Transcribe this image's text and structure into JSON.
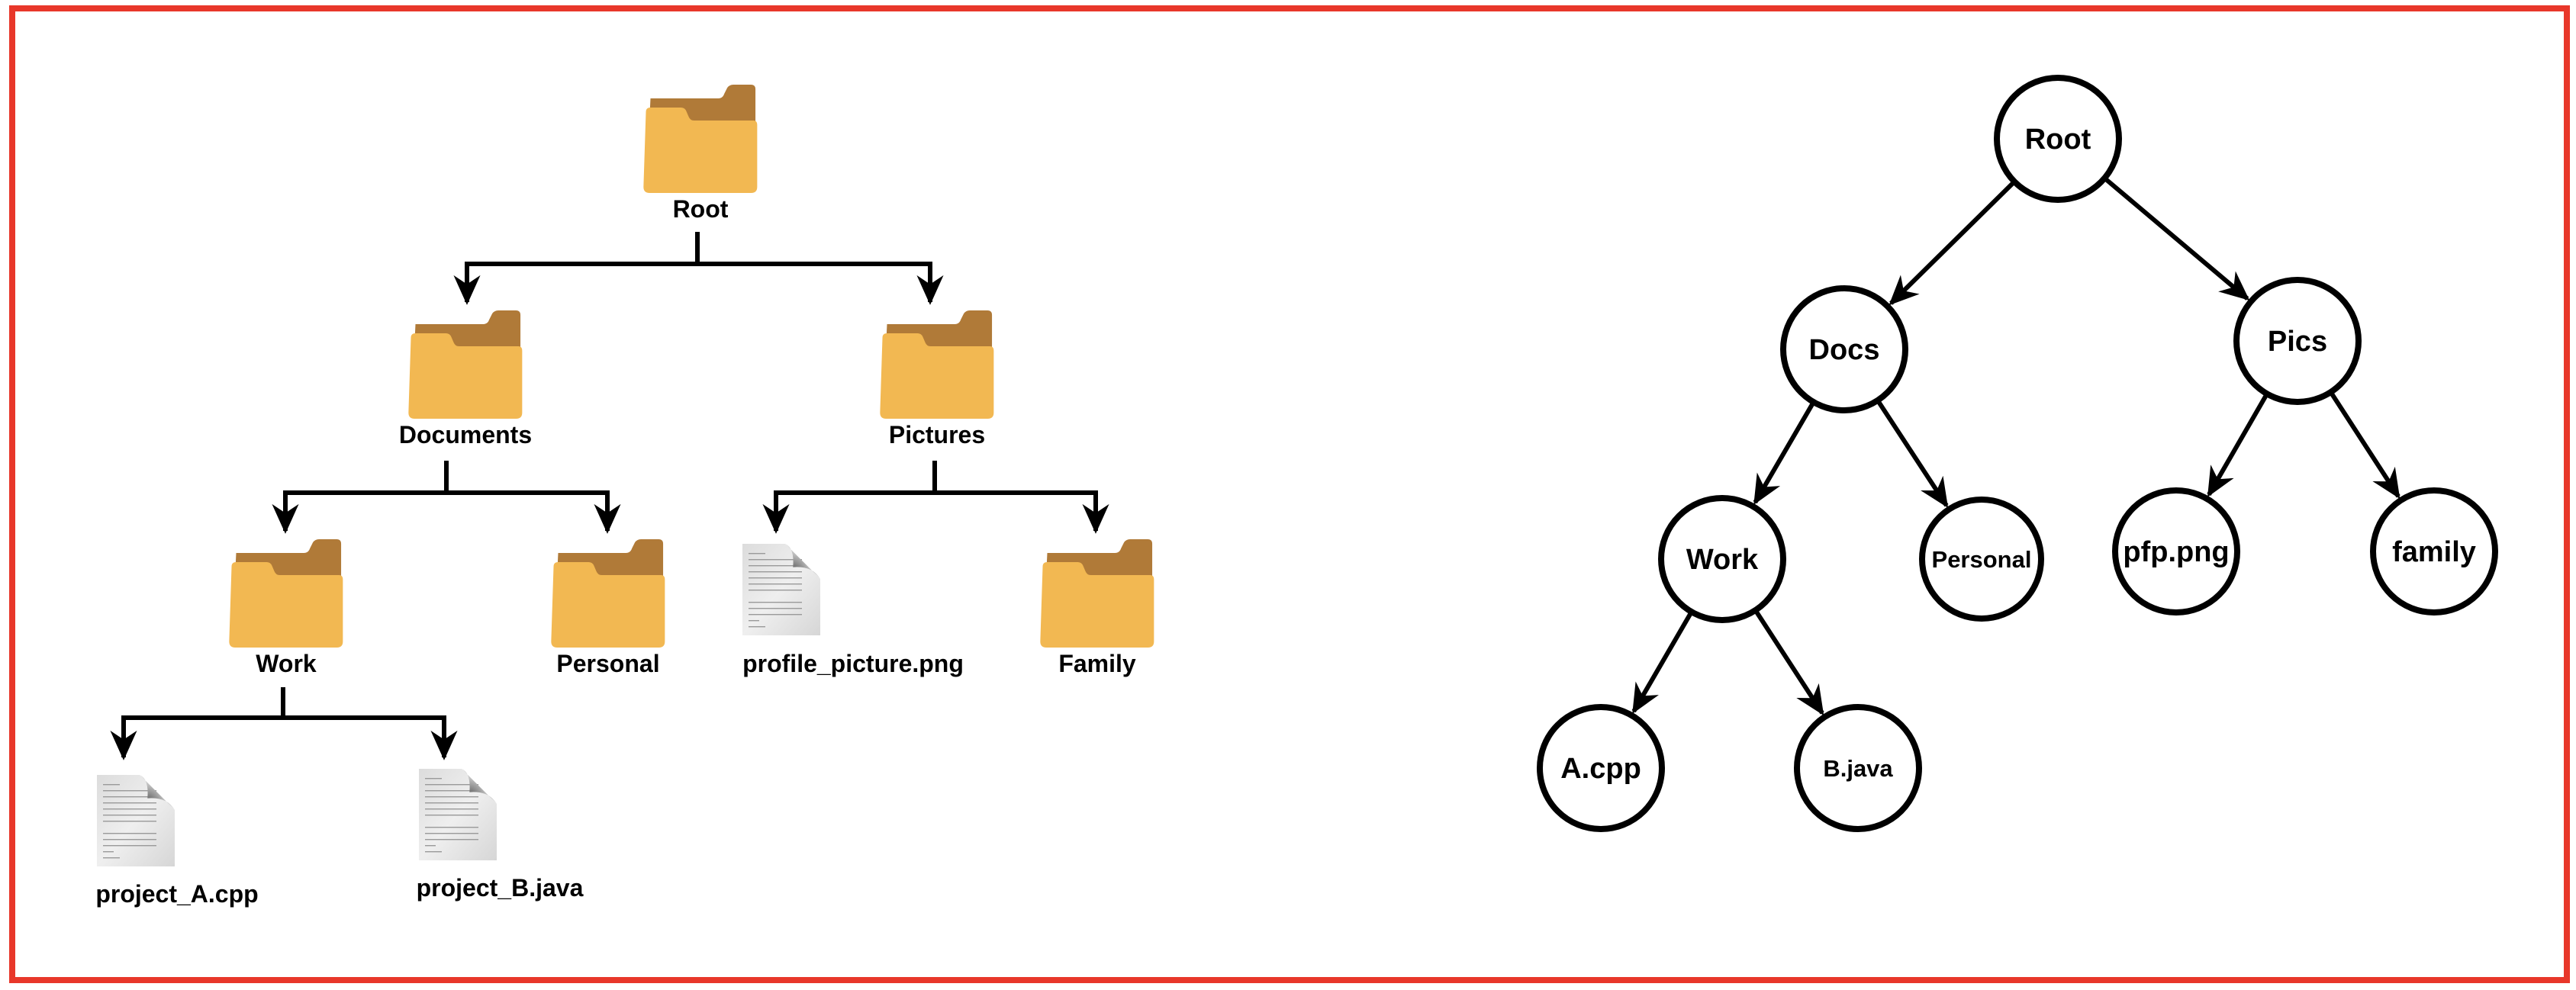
{
  "colors": {
    "frame": "#E8372A",
    "folder_back": "#B07A38",
    "folder_front": "#F2B852",
    "file_paper": "#E6E6E6",
    "stroke": "#000000"
  },
  "left_tree": {
    "title": "File system hierarchy",
    "nodes": [
      {
        "id": "root",
        "label": "Root",
        "icon": "folder-icon",
        "parent": null
      },
      {
        "id": "documents",
        "label": "Documents",
        "icon": "folder-icon",
        "parent": "root"
      },
      {
        "id": "pictures",
        "label": "Pictures",
        "icon": "folder-icon",
        "parent": "root"
      },
      {
        "id": "work",
        "label": "Work",
        "icon": "folder-icon",
        "parent": "documents"
      },
      {
        "id": "personal",
        "label": "Personal",
        "icon": "folder-icon",
        "parent": "documents"
      },
      {
        "id": "profile_picture",
        "label": "profile_picture.png",
        "icon": "file-icon",
        "parent": "pictures"
      },
      {
        "id": "family",
        "label": "Family",
        "icon": "folder-icon",
        "parent": "pictures"
      },
      {
        "id": "project_a",
        "label": "project_A.cpp",
        "icon": "file-icon",
        "parent": "work"
      },
      {
        "id": "project_b",
        "label": "project_B.java",
        "icon": "file-icon",
        "parent": "work"
      }
    ]
  },
  "right_tree": {
    "title": "Tree data structure",
    "nodes": [
      {
        "id": "root",
        "label": "Root",
        "parent": null
      },
      {
        "id": "docs",
        "label": "Docs",
        "parent": "root"
      },
      {
        "id": "pics",
        "label": "Pics",
        "parent": "root"
      },
      {
        "id": "work",
        "label": "Work",
        "parent": "docs"
      },
      {
        "id": "personal",
        "label": "Personal",
        "parent": "docs"
      },
      {
        "id": "pfp",
        "label": "pfp.png",
        "parent": "pics"
      },
      {
        "id": "family",
        "label": "family",
        "parent": "pics"
      },
      {
        "id": "a_cpp",
        "label": "A.cpp",
        "parent": "work"
      },
      {
        "id": "b_java",
        "label": "B.java",
        "parent": "work"
      }
    ]
  }
}
